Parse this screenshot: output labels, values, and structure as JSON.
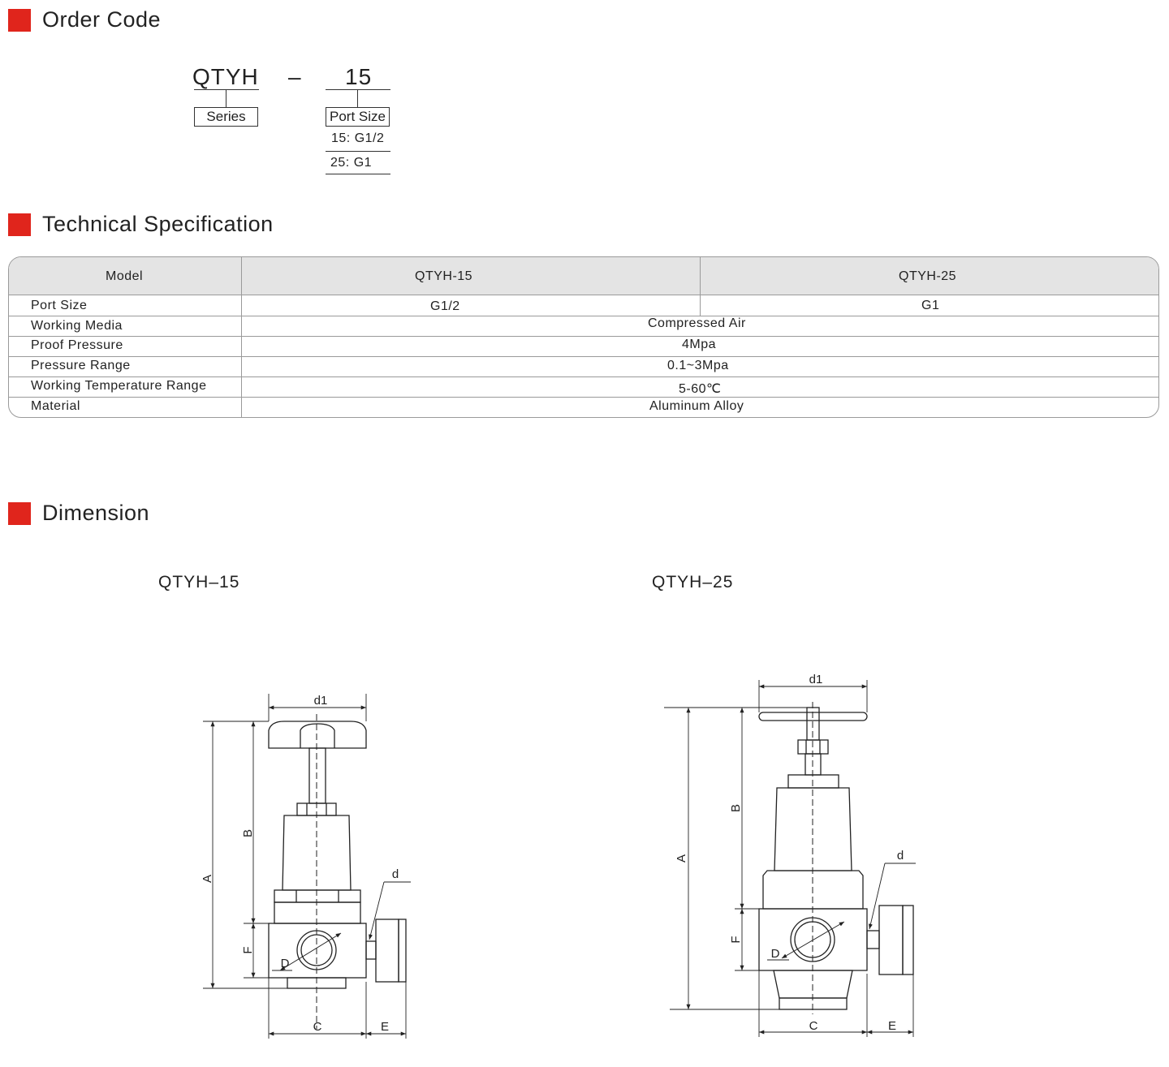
{
  "sections": {
    "order_code": "Order Code",
    "tech_spec": "Technical Specification",
    "dimension": "Dimension"
  },
  "order_code": {
    "series_code": "QTYH",
    "dash": "–",
    "size_code": "15",
    "series_label": "Series",
    "port_size_label": "Port Size",
    "options": [
      "15: G1/2",
      "25: G1"
    ]
  },
  "spec_table": {
    "headers": [
      "Model",
      "QTYH-15",
      "QTYH-25"
    ],
    "rows": [
      {
        "label": "Port Size",
        "v15": "G1/2",
        "v25": "G1"
      },
      {
        "label": "Working Media",
        "value": "Compressed Air"
      },
      {
        "label": "Proof Pressure",
        "value": "4Mpa"
      },
      {
        "label": "Pressure Range",
        "value": "0.1~3Mpa"
      },
      {
        "label": "Working Temperature Range",
        "value": "5-60℃"
      },
      {
        "label": "Material",
        "value": "Aluminum Alloy"
      }
    ]
  },
  "dimension": {
    "left_model": "QTYH–15",
    "right_model": "QTYH–25",
    "labels": {
      "A": "A",
      "B": "B",
      "C": "C",
      "D": "D",
      "E": "E",
      "F": "F",
      "d": "d",
      "d1": "d1"
    }
  }
}
